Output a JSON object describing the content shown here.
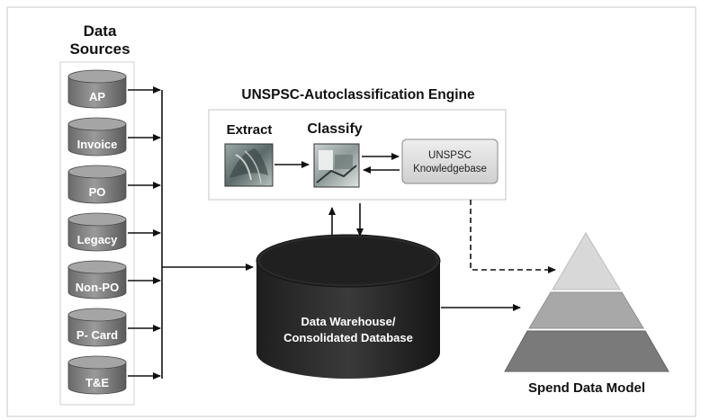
{
  "sources": {
    "title_line1": "Data",
    "title_line2": "Sources",
    "items": [
      "AP",
      "Invoice",
      "PO",
      "Legacy",
      "Non-PO",
      "P- Card",
      "T&E"
    ]
  },
  "engine": {
    "title": "UNSPSC-Autoclassification Engine",
    "extract_label": "Extract",
    "classify_label": "Classify",
    "kb_line1": "UNSPSC",
    "kb_line2": "Knowledgebase"
  },
  "warehouse": {
    "line1": "Data Warehouse/",
    "line2": "Consolidated Database"
  },
  "model": {
    "label": "Spend Data Model"
  }
}
